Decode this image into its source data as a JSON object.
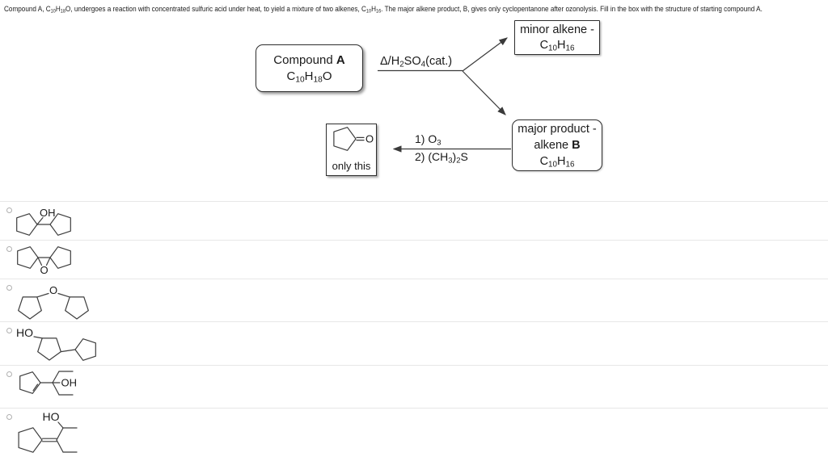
{
  "instruction": "Compound A, C_10_H_18_O, undergoes a reaction with concentrated sulfuric acid under heat, to yield a mixture of two alkenes, C_10_H_16_. The major alkene product, B, gives only cyclopentanone after ozonolysis. Fill in the box with the structure of starting compound A.",
  "scheme": {
    "compound_box": {
      "title": "Compound *A*",
      "formula": "C_10_H_18_O"
    },
    "conditions_label": "Δ/H_2_SO_4_(cat.)",
    "minor_box": {
      "title": "minor alkene -",
      "formula": "C_10_H_16_"
    },
    "major_box": {
      "title": "major product -",
      "subtitle": "alkene *B*",
      "formula": "C_10_H_16_"
    },
    "ozonolysis": {
      "step1": "1) O_3_",
      "step2": "2) (CH_3_)_2_S"
    },
    "product_box": {
      "oxygen_label": "O",
      "caption": "only this"
    }
  },
  "options": [
    {
      "labels": {
        "oh": "OH"
      }
    },
    {
      "labels": {
        "o": "O"
      }
    },
    {
      "labels": {
        "o": "O"
      }
    },
    {
      "labels": {
        "ho": "HO"
      }
    },
    {
      "labels": {
        "oh": "OH"
      }
    },
    {
      "labels": {
        "ho": "HO"
      }
    }
  ],
  "colors": {
    "bond": "#3d3d3d",
    "text": "#1a1a1a",
    "separator": "#e7e7e7",
    "radio_border": "#b0b0b0",
    "box_border": "#2e2e2e",
    "background": "#ffffff"
  }
}
